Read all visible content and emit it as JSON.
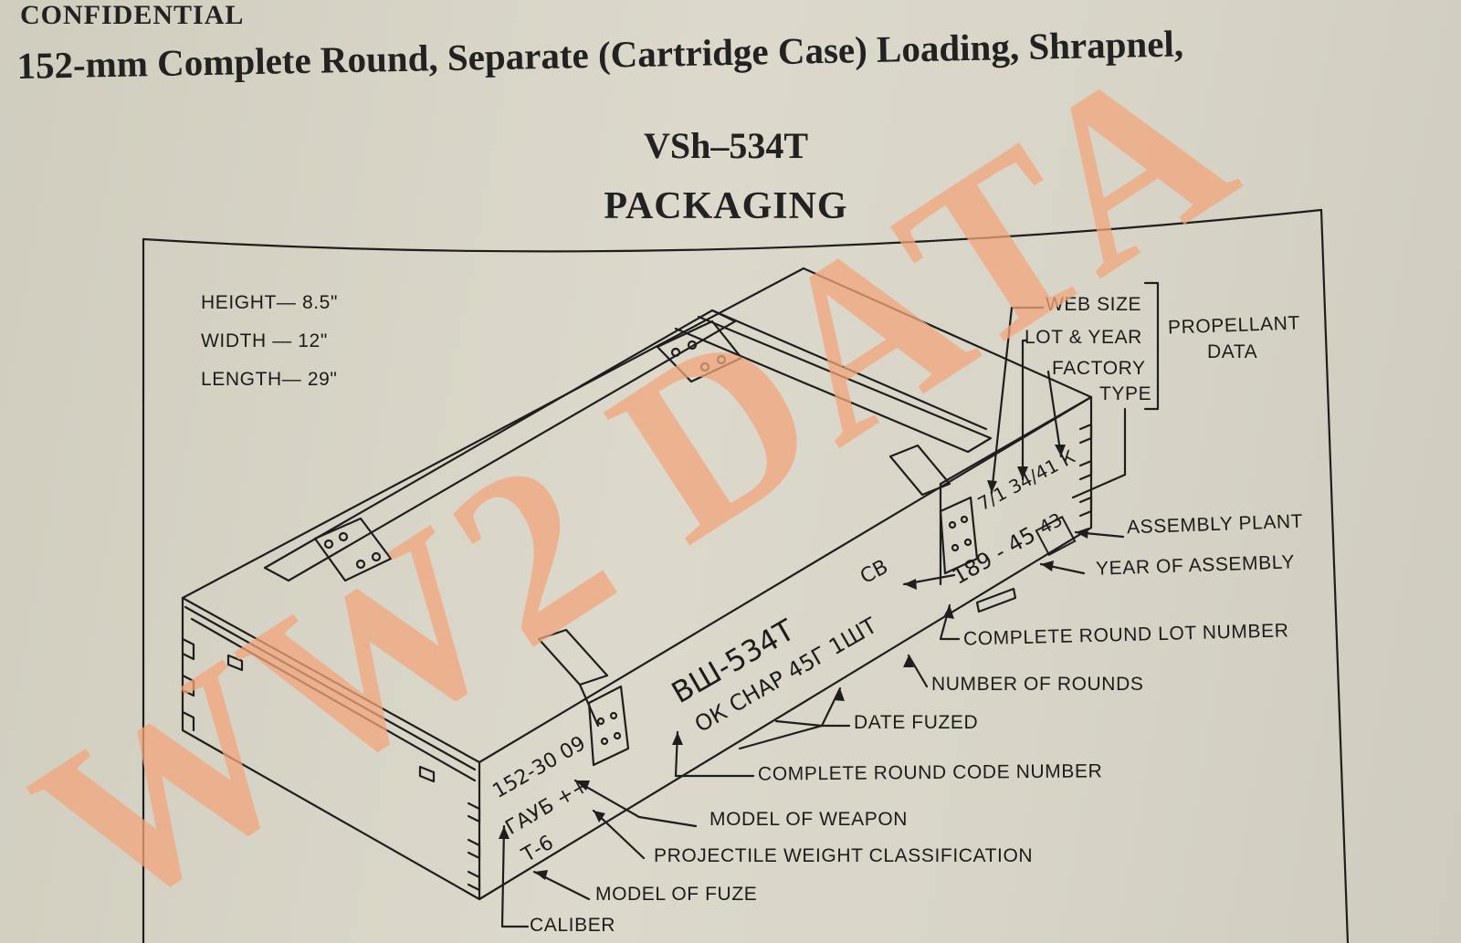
{
  "header": {
    "classification": "CONFIDENTIAL",
    "title_line1": "152-mm Complete Round, Separate (Cartridge Case) Loading, Shrapnel,",
    "title_line2": "VSh–534T",
    "section": "PACKAGING"
  },
  "dimensions": {
    "height": "HEIGHT— 8.5\"",
    "width": "WIDTH — 12\"",
    "length": "LENGTH— 29\""
  },
  "propellant": {
    "group_label_line1": "PROPELLANT",
    "group_label_line2": "DATA",
    "web_size": "WEB SIZE",
    "lot_year": "LOT & YEAR",
    "factory": "FACTORY",
    "type": "TYPE"
  },
  "callouts": {
    "assembly_plant": "ASSEMBLY PLANT",
    "year_of_assembly": "YEAR OF ASSEMBLY",
    "complete_round_lot_number": "COMPLETE ROUND LOT NUMBER",
    "number_of_rounds": "NUMBER OF ROUNDS",
    "date_fuzed": "DATE FUZED",
    "complete_round_code_number": "COMPLETE ROUND CODE NUMBER",
    "model_of_weapon": "MODEL OF WEAPON",
    "projectile_weight_classification": "PROJECTILE WEIGHT CLASSIFICATION",
    "model_of_fuze": "MODEL OF FUZE",
    "caliber": "CALIBER"
  },
  "box_markings": {
    "code": "ВШ-534Т",
    "date_fuzed_line": "ОК СНАР  45Г  1ШТ",
    "lot_line": "189 - 45",
    "plant": "43",
    "cb": "СВ",
    "propellant_frac": "7/1 34/41 К",
    "end_line1": "152-30  09",
    "end_line2": "ГАУБ ++",
    "end_line3": "Т-6"
  },
  "watermark": {
    "text": "WW2 DATA",
    "color": "#f2a57c"
  }
}
